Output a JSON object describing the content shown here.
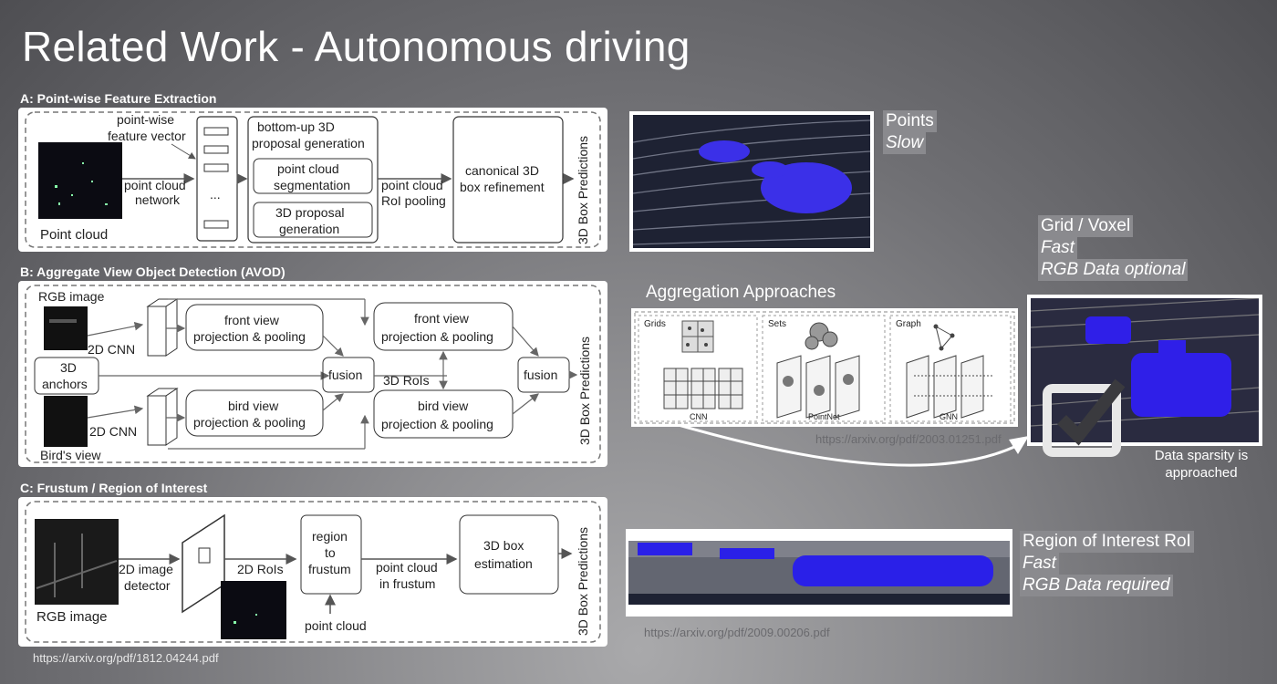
{
  "title": "Related Work - Autonomous driving",
  "sections": {
    "a": {
      "heading": "A: Point-wise Feature Extraction",
      "point_cloud": "Point cloud",
      "pw_line1": "point-wise",
      "pw_line2": "feature vector",
      "net_line1": "point cloud",
      "net_line2": "network",
      "dots": "...",
      "bu_line1": "bottom-up 3D",
      "bu_line2": "proposal generation",
      "seg_line1": "point cloud",
      "seg_line2": "segmentation",
      "prop_line1": "3D proposal",
      "prop_line2": "generation",
      "roi_line1": "point cloud",
      "roi_line2": "RoI pooling",
      "ref_line1": "canonical 3D",
      "ref_line2": "box refinement",
      "pred": "3D Box Predictions"
    },
    "b": {
      "heading": "B: Aggregate View Object Detection (AVOD)",
      "rgb": "RGB image",
      "cnn1": "2D CNN",
      "anch1": "3D",
      "anch2": "anchors",
      "cnn2": "2D CNN",
      "bev": "Bird's view",
      "fv1": "front view",
      "fv2": "projection & pooling",
      "bv1": "bird view",
      "bv2": "projection & pooling",
      "fusion": "fusion",
      "rois": "3D RoIs",
      "pred": "3D Box Predictions"
    },
    "c": {
      "heading": "C: Frustum / Region of Interest",
      "rgb": "RGB image",
      "det1": "2D image",
      "det2": "detector",
      "rois": "2D RoIs",
      "pc": "point cloud",
      "rtf1": "region",
      "rtf2": "to",
      "rtf3": "frustum",
      "pif1": "point cloud",
      "pif2": "in frustum",
      "est1": "3D box",
      "est2": "estimation",
      "pred": "3D Box Predictions"
    }
  },
  "urls": {
    "left": "https://arxiv.org/pdf/1812.04244.pdf",
    "agg": "https://arxiv.org/pdf/2003.01251.pdf",
    "roi": "https://arxiv.org/pdf/2009.00206.pdf"
  },
  "points": {
    "label": "Points",
    "speed": "Slow"
  },
  "voxel": {
    "label": "Grid / Voxel",
    "speed": "Fast",
    "note": "RGB Data optional"
  },
  "roi_method": {
    "label": "Region of Interest RoI",
    "speed": "Fast",
    "note": "RGB Data required"
  },
  "aggregation": {
    "heading": "Aggregation Approaches",
    "grids": "Grids",
    "sets": "Sets",
    "graph": "Graph",
    "cnn": "CNN",
    "pointnet": "PointNet",
    "gnn": "GNN"
  },
  "sparsity": {
    "line1": "Data sparsity is",
    "line2": "approached"
  },
  "colors": {
    "accent_blue": "#2a22e0",
    "tag_bg": "#8a8a8e",
    "scene_bg": "#1e2233"
  }
}
